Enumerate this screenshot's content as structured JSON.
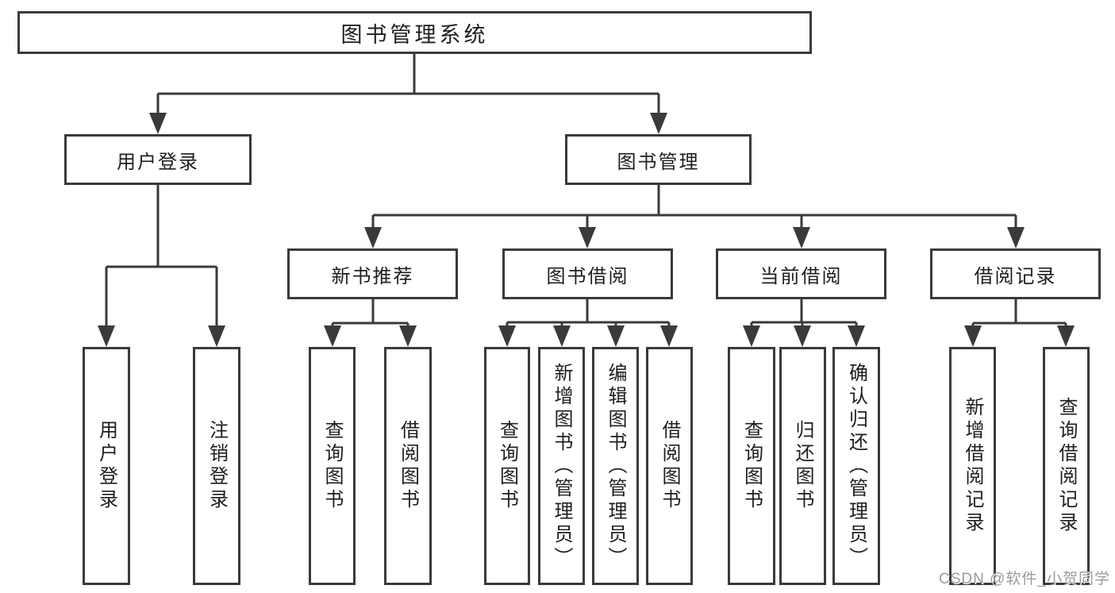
{
  "tree": {
    "label": "图书管理系统",
    "children": [
      {
        "label": "用户登录",
        "children": [
          {
            "label": "用户登录"
          },
          {
            "label": "注销登录"
          }
        ]
      },
      {
        "label": "图书管理",
        "children": [
          {
            "label": "新书推荐",
            "children": [
              {
                "label": "查询图书"
              },
              {
                "label": "借阅图书"
              }
            ]
          },
          {
            "label": "图书借阅",
            "children": [
              {
                "label": "查询图书"
              },
              {
                "label": "新增图书（管理员）"
              },
              {
                "label": "编辑图书（管理员）"
              },
              {
                "label": "借阅图书"
              }
            ]
          },
          {
            "label": "当前借阅",
            "children": [
              {
                "label": "查询图书"
              },
              {
                "label": "归还图书"
              },
              {
                "label": "确认归还（管理员）"
              }
            ]
          },
          {
            "label": "借阅记录",
            "children": [
              {
                "label": "新增借阅记录"
              },
              {
                "label": "查询借阅记录"
              }
            ]
          }
        ]
      }
    ]
  },
  "watermark": "CSDN @软件_小贺同学",
  "colors": {
    "line": "#3a3a3a",
    "text": "#1e1e1e",
    "watermark": "#9b9b9b",
    "background": "#ffffff"
  }
}
